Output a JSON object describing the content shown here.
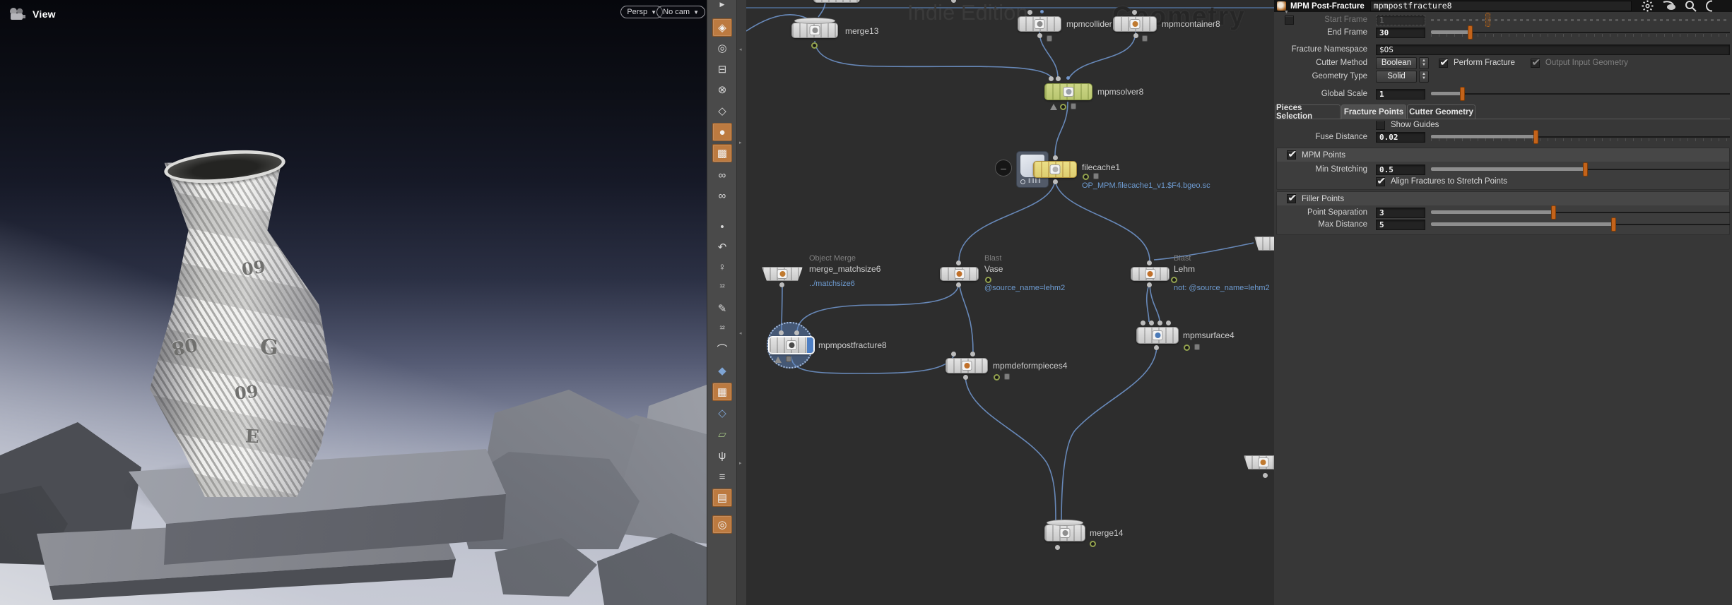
{
  "viewport": {
    "title": "View",
    "camera_mode": "Persp",
    "camera_select": "No cam",
    "vase_labels": [
      "09",
      "G",
      "09",
      "E",
      "08"
    ]
  },
  "toolbar": {
    "icons": [
      {
        "name": "expand-arrow",
        "glyph": "▶"
      },
      {
        "name": "grid-plane",
        "glyph": "◈"
      },
      {
        "name": "select-mode",
        "glyph": "◎"
      },
      {
        "name": "lock-camera",
        "glyph": "⊟"
      },
      {
        "name": "hide-other-objects",
        "glyph": "⊗"
      },
      {
        "name": "ghost-other-objects",
        "glyph": "◇"
      },
      {
        "name": "show-all-objects",
        "glyph": "●"
      },
      {
        "name": "shading-mode",
        "glyph": "▩"
      },
      {
        "name": "stereo-glasses",
        "glyph": "∞"
      },
      {
        "name": "stereo-review",
        "glyph": "∞"
      },
      {
        "name": "display-points",
        "glyph": "•"
      },
      {
        "name": "point-normals",
        "glyph": "↶"
      },
      {
        "name": "point-markers",
        "glyph": "♀"
      },
      {
        "name": "point-numbers",
        "glyph": "¹²"
      },
      {
        "name": "prim-normals",
        "glyph": "✎"
      },
      {
        "name": "prim-numbers",
        "glyph": "¹²"
      },
      {
        "name": "profile-curves",
        "glyph": "⌒"
      },
      {
        "name": "vector-display",
        "glyph": "◆"
      },
      {
        "name": "display-textures",
        "glyph": "▦"
      },
      {
        "name": "hull-display",
        "glyph": "◇"
      },
      {
        "name": "quad-view",
        "glyph": "▱"
      },
      {
        "name": "fan-display",
        "glyph": "ψ"
      },
      {
        "name": "group-list",
        "glyph": "≡"
      },
      {
        "name": "background-image",
        "glyph": "▤"
      },
      {
        "name": "view-pin",
        "glyph": "◎"
      }
    ]
  },
  "network": {
    "watermark_primary": "Indie Edition",
    "watermark_secondary": "Geometry",
    "nodes": {
      "merge13": {
        "name": "merge13"
      },
      "mpmcollider": {
        "name": "mpmcollider"
      },
      "mpmcontainer8": {
        "name": "mpmcontainer8"
      },
      "mpmsolver8": {
        "name": "mpmsolver8"
      },
      "filecache1": {
        "name": "filecache1",
        "comment": "OP_MPM.filecache1_v1.$F4.bgeo.sc"
      },
      "merge_matchsize6": {
        "type": "Object Merge",
        "name": "merge_matchsize6",
        "comment": "../matchsize6"
      },
      "vase": {
        "type": "Blast",
        "name": "Vase",
        "comment": "@source_name=lehm2"
      },
      "lehm": {
        "type": "Blast",
        "name": "Lehm",
        "comment": "not: @source_name=lehm2"
      },
      "mpmpostfracture8": {
        "name": "mpmpostfracture8"
      },
      "mpmdeformpieces4": {
        "name": "mpmdeformpieces4"
      },
      "mpmsurface4": {
        "name": "mpmsurface4"
      },
      "merge14": {
        "name": "merge14"
      }
    }
  },
  "params": {
    "header": {
      "type_label": "MPM Post-Fracture",
      "node_name": "mpmpostfracture8"
    },
    "tabs": [
      {
        "label": "Pieces Selection"
      },
      {
        "label": "Fracture Points"
      },
      {
        "label": "Cutter Geometry"
      }
    ],
    "fields": {
      "start_frame": {
        "label": "Start Frame",
        "value": "1"
      },
      "end_frame": {
        "label": "End Frame",
        "value": "30"
      },
      "fracture_namespace": {
        "label": "Fracture Namespace",
        "value": "$OS"
      },
      "cutter_method": {
        "label": "Cutter Method",
        "value": "Boolean"
      },
      "perform_fracture": {
        "label": "Perform Fracture"
      },
      "output_input_geometry": {
        "label": "Output Input Geometry"
      },
      "geometry_type": {
        "label": "Geometry Type",
        "value": "Solid"
      },
      "global_scale": {
        "label": "Global Scale",
        "value": "1"
      },
      "show_guides": {
        "label": "Show Guides"
      },
      "fuse_distance": {
        "label": "Fuse Distance",
        "value": "0.02"
      },
      "mpm_points": {
        "label": "MPM Points"
      },
      "min_stretching": {
        "label": "Min Stretching",
        "value": "0.5"
      },
      "align_fractures": {
        "label": "Align Fractures to Stretch Points"
      },
      "filler_points": {
        "label": "Filler Points"
      },
      "point_separation": {
        "label": "Point Separation",
        "value": "3"
      },
      "max_distance": {
        "label": "Max Distance",
        "value": "5"
      }
    },
    "colors": {
      "accent_orange": "#c4631a",
      "wire_blue": "#6e92c8",
      "selection_blue": "#4e7fc4"
    }
  }
}
